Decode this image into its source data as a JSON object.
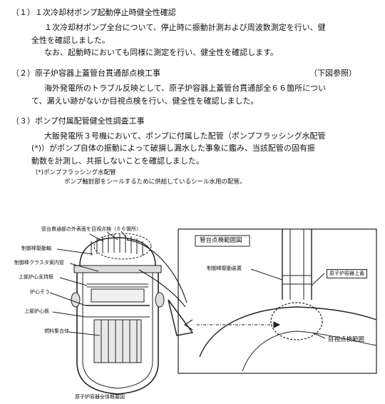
{
  "section1": {
    "heading": "（１）１次冷却材ポンプ起動停止時健全性確認",
    "lines": [
      "１次冷却材ポンプ全台について、停止時に振動計測および周波数測定を行い、健",
      "全性を確認しました。",
      "なお、起動時においても同様に測定を行い、健全性を確認します。"
    ]
  },
  "section2": {
    "heading": "（２）原子炉容器上蓋管台貫通部点検工事",
    "ref": "（下図参照）",
    "lines": [
      "海外発電所のトラブル反映として、原子炉容器上蓋管台貫通部全６６箇所につい",
      "て、漏えい跡がないか目視点検を行い、健全性を確認しました。"
    ]
  },
  "section3": {
    "heading": "（３）ポンプ付属配管健全性調査工事",
    "lines": [
      "大飯発電所３号機において、ポンプに付属した配管（ポンプフラッシング水配管",
      "(*)）がポンプ自体の振動によって破損し漏水した事象に鑑み、当該配管の固有振",
      "動数を計測し、共振しないことを確認しました。"
    ],
    "note_title": "(*)ポンプフラッシング水配管",
    "note_text": "ポンプ軸封部をシールするために供給しているシール水用の配管。"
  },
  "figure": {
    "top_caption": "管台貫通部の外表面を目視点検（６６箇所）",
    "labels": [
      "制御棒駆動軸",
      "制御棒クラスタ案内管",
      "上部炉心支持板",
      "炉心そう",
      "上部炉心板",
      "燃料集合体"
    ],
    "bottom_caption": "原子炉容器全体概要図",
    "detail_title": "管台点検範囲図",
    "detail_crdm": "制御棒駆動装置",
    "detail_head": "原子炉容器上蓋",
    "detail_range": "目視点検範囲"
  }
}
